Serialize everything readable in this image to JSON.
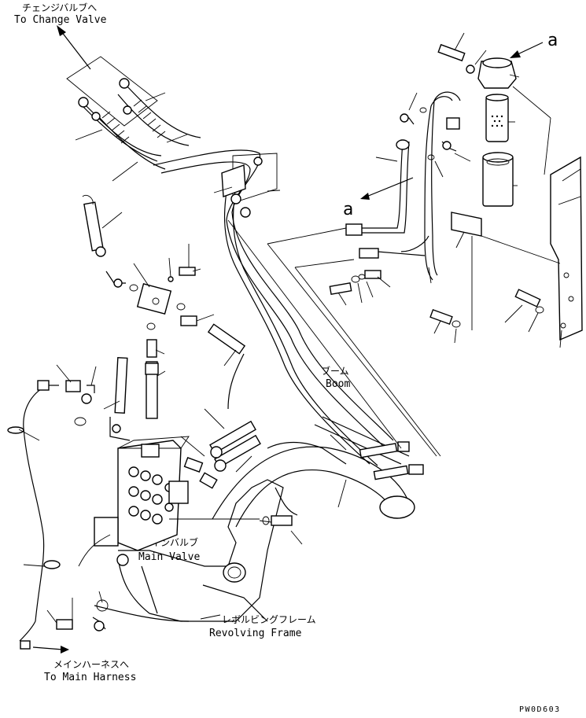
{
  "labels": {
    "change_valve_jp": "チェンジバルブへ",
    "change_valve_en": "To Change Valve",
    "boom_jp": "ブーム",
    "boom_en": "Boom",
    "main_valve_jp": "メインバルブ",
    "main_valve_en": "Main Valve",
    "revolving_frame_jp": "レボルビングフレーム",
    "revolving_frame_en": "Revolving Frame",
    "main_harness_jp": "メインハーネスへ",
    "main_harness_en": "To Main Harness",
    "view_a_top": "a",
    "view_a_left": "a",
    "drawing_code": "PW0D603"
  }
}
